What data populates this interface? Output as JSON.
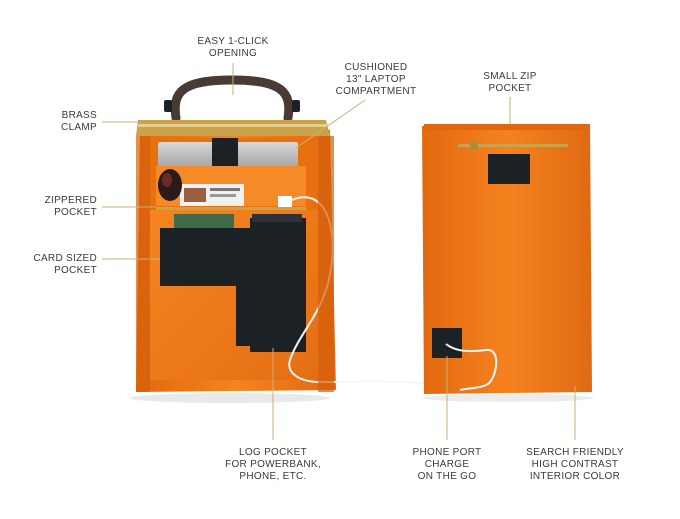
{
  "callouts": {
    "easy_opening": "EASY 1-CLICK\nOPENING",
    "laptop": "CUSHIONED\n13\" LAPTOP\nCOMPARTMENT",
    "small_zip": "SMALL ZIP\nPOCKET",
    "brass_clamp": "BRASS\nCLAMP",
    "zippered_pocket": "ZIPPERED\nPOCKET",
    "card_pocket": "CARD SIZED\nPOCKET",
    "log_pocket": "LOG POCKET\nFOR POWERBANK,\nPHONE, ETC.",
    "phone_port": "PHONE PORT\nCHARGE\nON THE GO",
    "interior_color": "SEARCH FRIENDLY\nHIGH CONTRAST\nINTERIOR COLOR"
  },
  "colors": {
    "orange": "#f07a1c",
    "orange_dark": "#d8640e",
    "black_pocket": "#1c2126",
    "brass": "#c9a24a",
    "handle": "#4a3a34",
    "leader": "#c9b07a"
  }
}
